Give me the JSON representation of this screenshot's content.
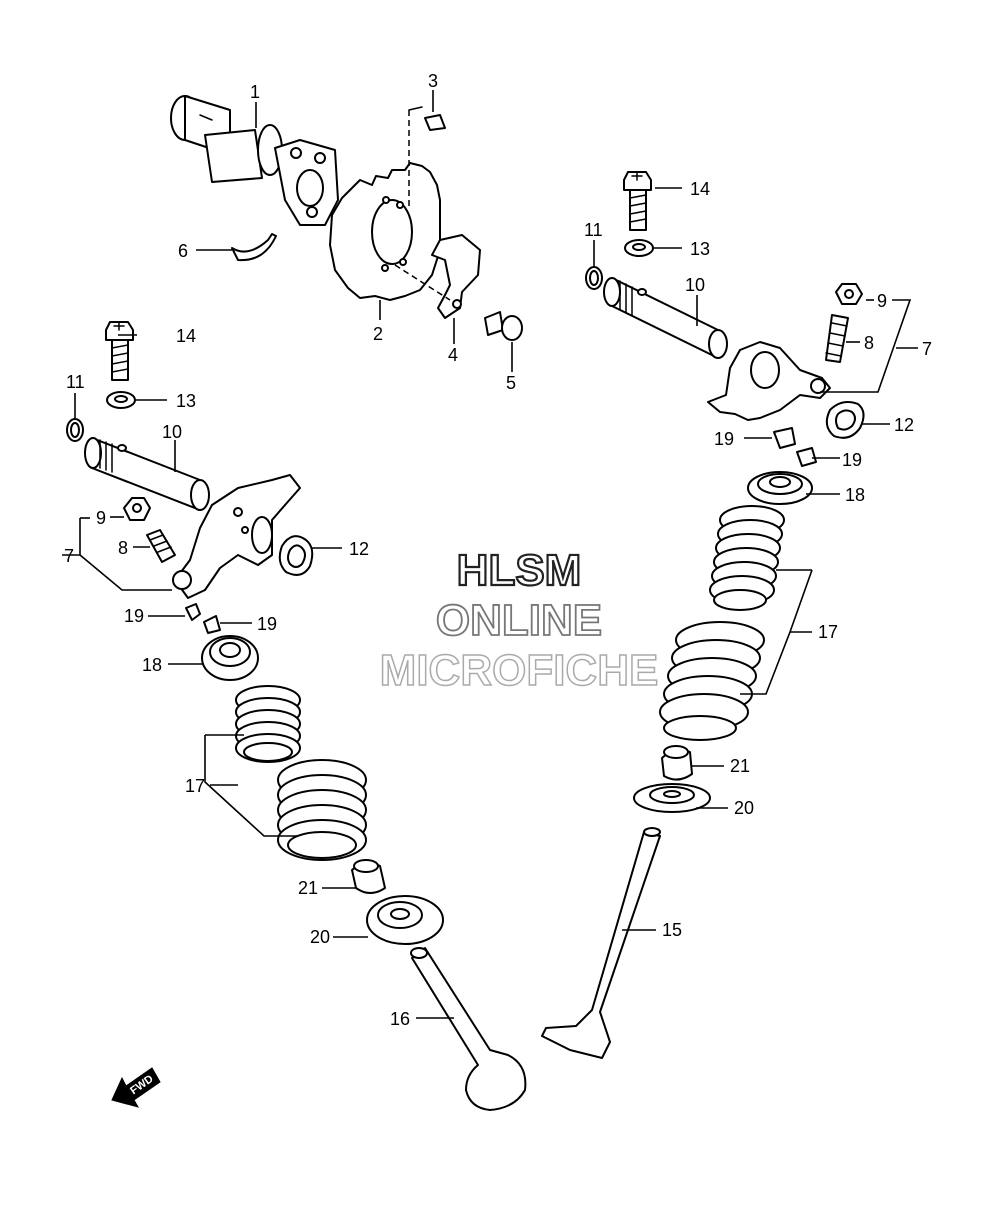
{
  "watermark": {
    "line1": "HLSM",
    "line2": "ONLINE",
    "line3": "MICROFICHE"
  },
  "direction_marker": "FWD",
  "callouts": {
    "p1": "1",
    "p2": "2",
    "p3": "3",
    "p4": "4",
    "p5": "5",
    "p6": "6",
    "l7": "7",
    "l8": "8",
    "l9": "9",
    "l10": "10",
    "l11": "11",
    "l12": "12",
    "l13": "13",
    "l14": "14",
    "l16": "16",
    "l17": "17",
    "l18": "18",
    "l19a": "19",
    "l19b": "19",
    "l20": "20",
    "l21": "21",
    "r7": "7",
    "r8": "8",
    "r9": "9",
    "r10": "10",
    "r11": "11",
    "r12": "12",
    "r13": "13",
    "r14": "14",
    "r15": "15",
    "r17": "17",
    "r18": "18",
    "r19a": "19",
    "r19b": "19",
    "r20": "20",
    "r21": "21"
  }
}
